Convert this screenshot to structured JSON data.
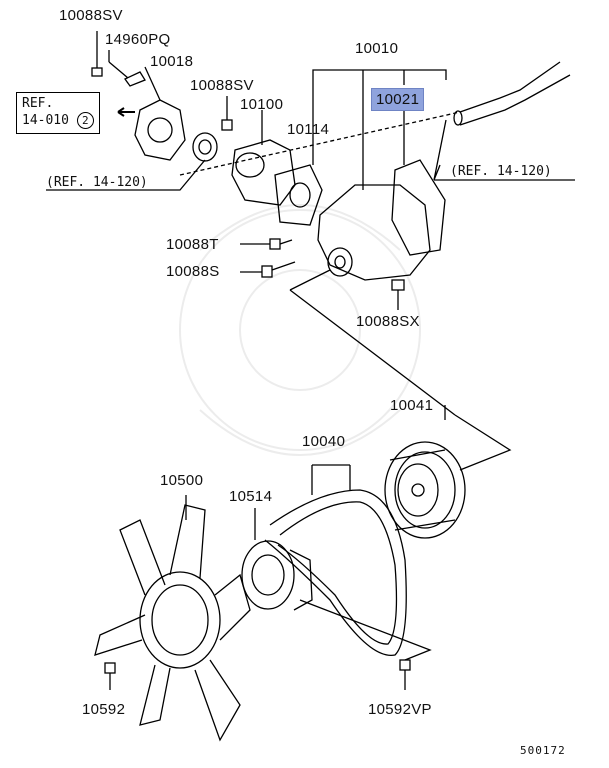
{
  "parts": {
    "p10088sv_a": "10088SV",
    "p14960pq": "14960PQ",
    "p10018": "10018",
    "p10088sv_b": "10088SV",
    "p10100": "10100",
    "p10114": "10114",
    "p10010": "10010",
    "p10021": "10021",
    "p10088t": "10088T",
    "p10088s": "10088S",
    "p10088sx": "10088SX",
    "p10041": "10041",
    "p10040": "10040",
    "p10500": "10500",
    "p10514": "10514",
    "p10592": "10592",
    "p10592vp": "10592VP"
  },
  "refs": {
    "ref_box_line1": "REF.",
    "ref_box_line2": "14-010",
    "ref_box_circle": "2",
    "ref_left": "(REF. 14-120)",
    "ref_right": "(REF. 14-120)"
  },
  "diagram_code": "500172",
  "colors": {
    "highlight": "#8fa3dd",
    "line": "#000000"
  }
}
